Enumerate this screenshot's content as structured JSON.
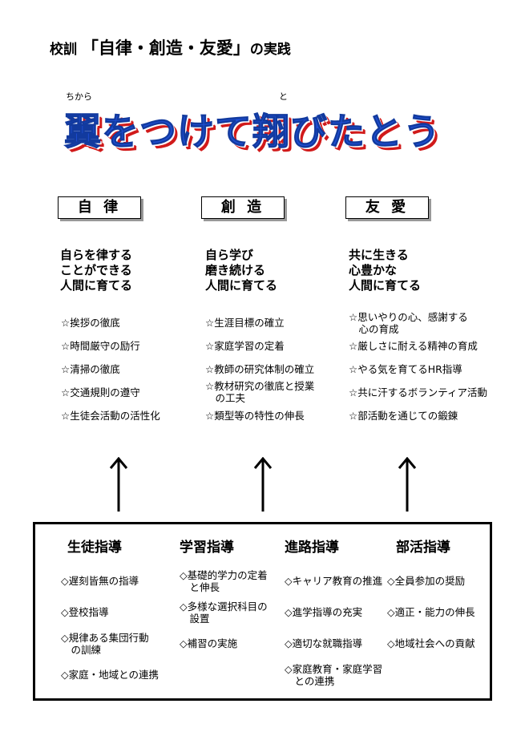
{
  "motto": {
    "prefix": "校訓",
    "values": "「自律・創造・友愛」",
    "suffix": "の実践"
  },
  "headline": {
    "text": "翼をつけて翔びたとう",
    "ruby_tsubasa": "ちから",
    "ruby_tobu": "と"
  },
  "colors": {
    "headline": "#1f4fd6",
    "headline_shadow": "#d11a1a"
  },
  "columns": [
    {
      "value": "自 律",
      "goal": [
        "自らを律する",
        "ことができる",
        "人間に育てる"
      ],
      "items": [
        "☆挨拶の徹底",
        "☆時間厳守の励行",
        "☆清掃の徹底",
        "☆交通規則の遵守",
        "☆生徒会活動の活性化"
      ]
    },
    {
      "value": "創 造",
      "goal": [
        "自ら学び",
        "磨き続ける",
        "人間に育てる"
      ],
      "items": [
        "☆生涯目標の確立",
        "☆家庭学習の定着",
        "☆教師の研究体制の確立",
        "☆教材研究の徹底と授業\n　の工夫",
        "☆類型等の特性の伸長"
      ]
    },
    {
      "value": "友 愛",
      "goal": [
        "共に生きる",
        "心豊かな",
        "人間に育てる"
      ],
      "items": [
        "☆思いやりの心、感謝する\n　心の育成",
        "☆厳しさに耐える精神の育成",
        "☆やる気を育てるHR指導",
        "☆共に汗するボランティア活動",
        "☆部活動を通じての鍛錬"
      ]
    }
  ],
  "guidance": [
    {
      "title": "生徒指導",
      "items": [
        "◇遅刻皆無の指導",
        "◇登校指導",
        "◇規律ある集団行動\n　の訓練",
        "◇家庭・地域との連携"
      ]
    },
    {
      "title": "学習指導",
      "items": [
        "◇基礎的学力の定着\n　と伸長",
        "◇多様な選択科目の\n　設置",
        "◇補習の実施"
      ]
    },
    {
      "title": "進路指導",
      "items": [
        "◇キャリア教育の推進",
        "◇進学指導の充実",
        "◇適切な就職指導",
        "◇家庭教育・家庭学習\n　との連携"
      ]
    },
    {
      "title": "部活指導",
      "items": [
        "◇全員参加の奨励",
        "◇適正・能力の伸長",
        "◇地域社会への貢献"
      ]
    }
  ]
}
